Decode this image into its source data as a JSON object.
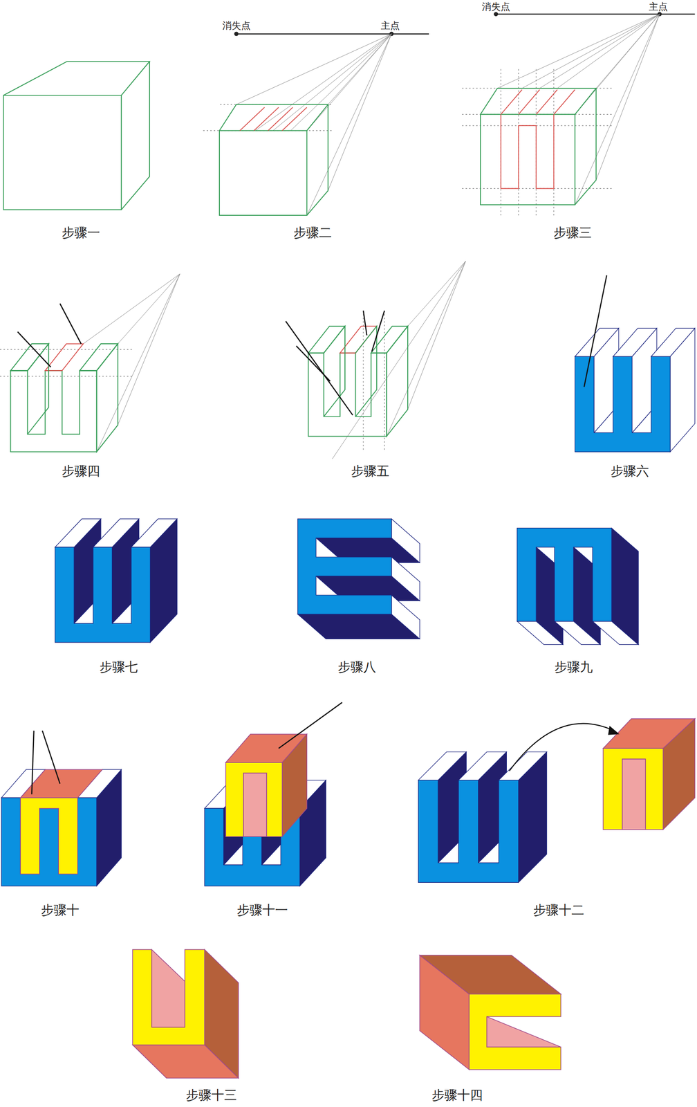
{
  "diagram": {
    "labels": [
      "消失点",
      "主点",
      "消失点",
      "主点",
      "步骤一",
      "步骤二",
      "步骤三",
      "步骤四",
      "步骤五",
      "步骤六",
      "步骤七",
      "步骤八",
      "步骤九",
      "步骤十",
      "步骤十一",
      "步骤十二",
      "步骤十三",
      "步骤十四"
    ]
  }
}
